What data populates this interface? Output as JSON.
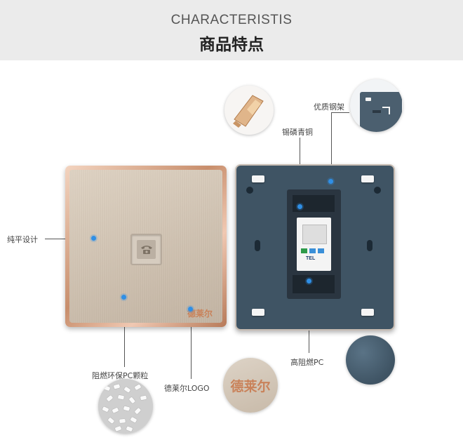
{
  "header": {
    "title_en": "CHARACTERISTIS",
    "title_cn": "商品特点"
  },
  "labels": {
    "flat": "纯平设计",
    "pc_grain": "阻燃环保PC颗粒",
    "logo_label": "德莱尔LOGO",
    "steel": "优质钢架",
    "bronze": "锡磷青铜",
    "pc": "高阻燃PC"
  },
  "front": {
    "brand": "德莱尔"
  },
  "logo_circle": {
    "text": "德莱尔"
  },
  "module": {
    "tel": "TEL"
  },
  "colors": {
    "accent": "#2f8fe6",
    "back_plate": "#3f5464",
    "brand": "#c9825a"
  }
}
